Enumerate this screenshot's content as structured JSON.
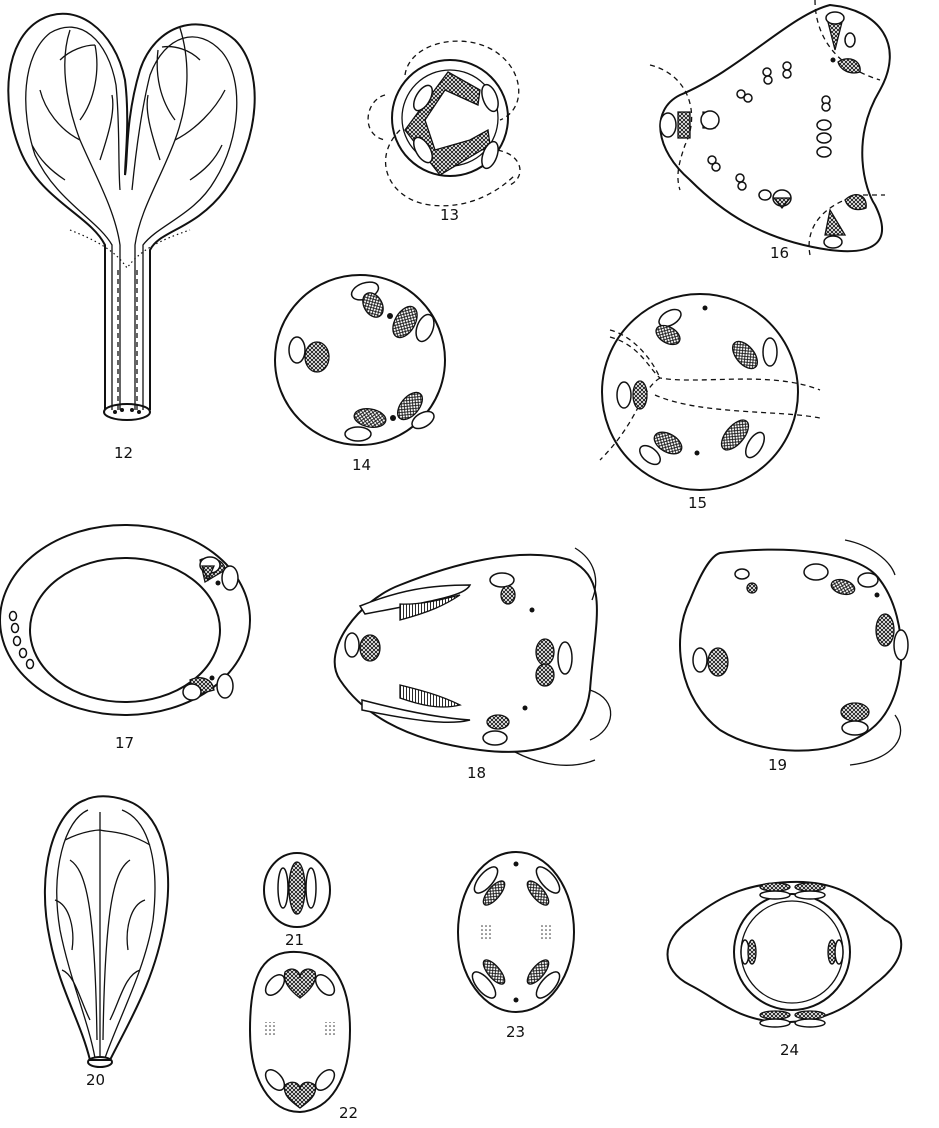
{
  "figures": [
    {
      "id": "fig-12",
      "label": "12"
    },
    {
      "id": "fig-13",
      "label": "13"
    },
    {
      "id": "fig-14",
      "label": "14"
    },
    {
      "id": "fig-15",
      "label": "15"
    },
    {
      "id": "fig-16",
      "label": "16"
    },
    {
      "id": "fig-17",
      "label": "17"
    },
    {
      "id": "fig-18",
      "label": "18"
    },
    {
      "id": "fig-19",
      "label": "19"
    },
    {
      "id": "fig-20",
      "label": "20"
    },
    {
      "id": "fig-21",
      "label": "21"
    },
    {
      "id": "fig-22",
      "label": "22"
    },
    {
      "id": "fig-23",
      "label": "23"
    },
    {
      "id": "fig-24",
      "label": "24"
    }
  ]
}
